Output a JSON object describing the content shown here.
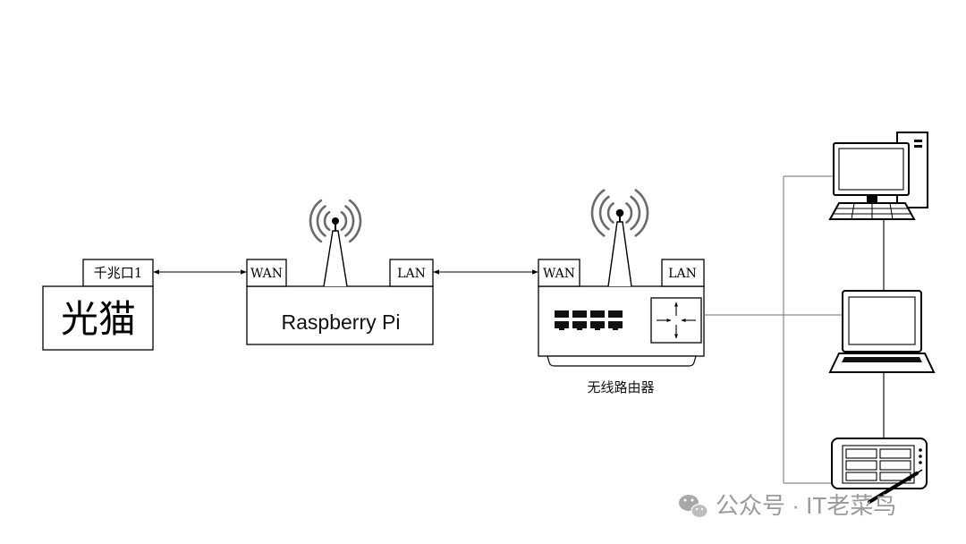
{
  "modem": {
    "port_label": "千兆口1",
    "label": "光猫"
  },
  "raspberry_pi": {
    "wan_label": "WAN",
    "lan_label": "LAN",
    "label": "Raspberry Pi"
  },
  "router": {
    "wan_label": "WAN",
    "lan_label": "LAN",
    "label": "无线路由器"
  },
  "icons": [
    "antenna-icon",
    "ethernet-ports-icon",
    "switch-arrows-icon",
    "desktop-computer-icon",
    "laptop-icon",
    "tablet-icon",
    "wechat-icon"
  ],
  "watermark": {
    "text": "公众号 · IT老菜鸟"
  },
  "colors": {
    "background": "#ffffff",
    "line": "#000000",
    "signal_arcs": "#6a6a6a",
    "client_bus": "#8a8a8a",
    "watermark": "#9a9a9a"
  }
}
